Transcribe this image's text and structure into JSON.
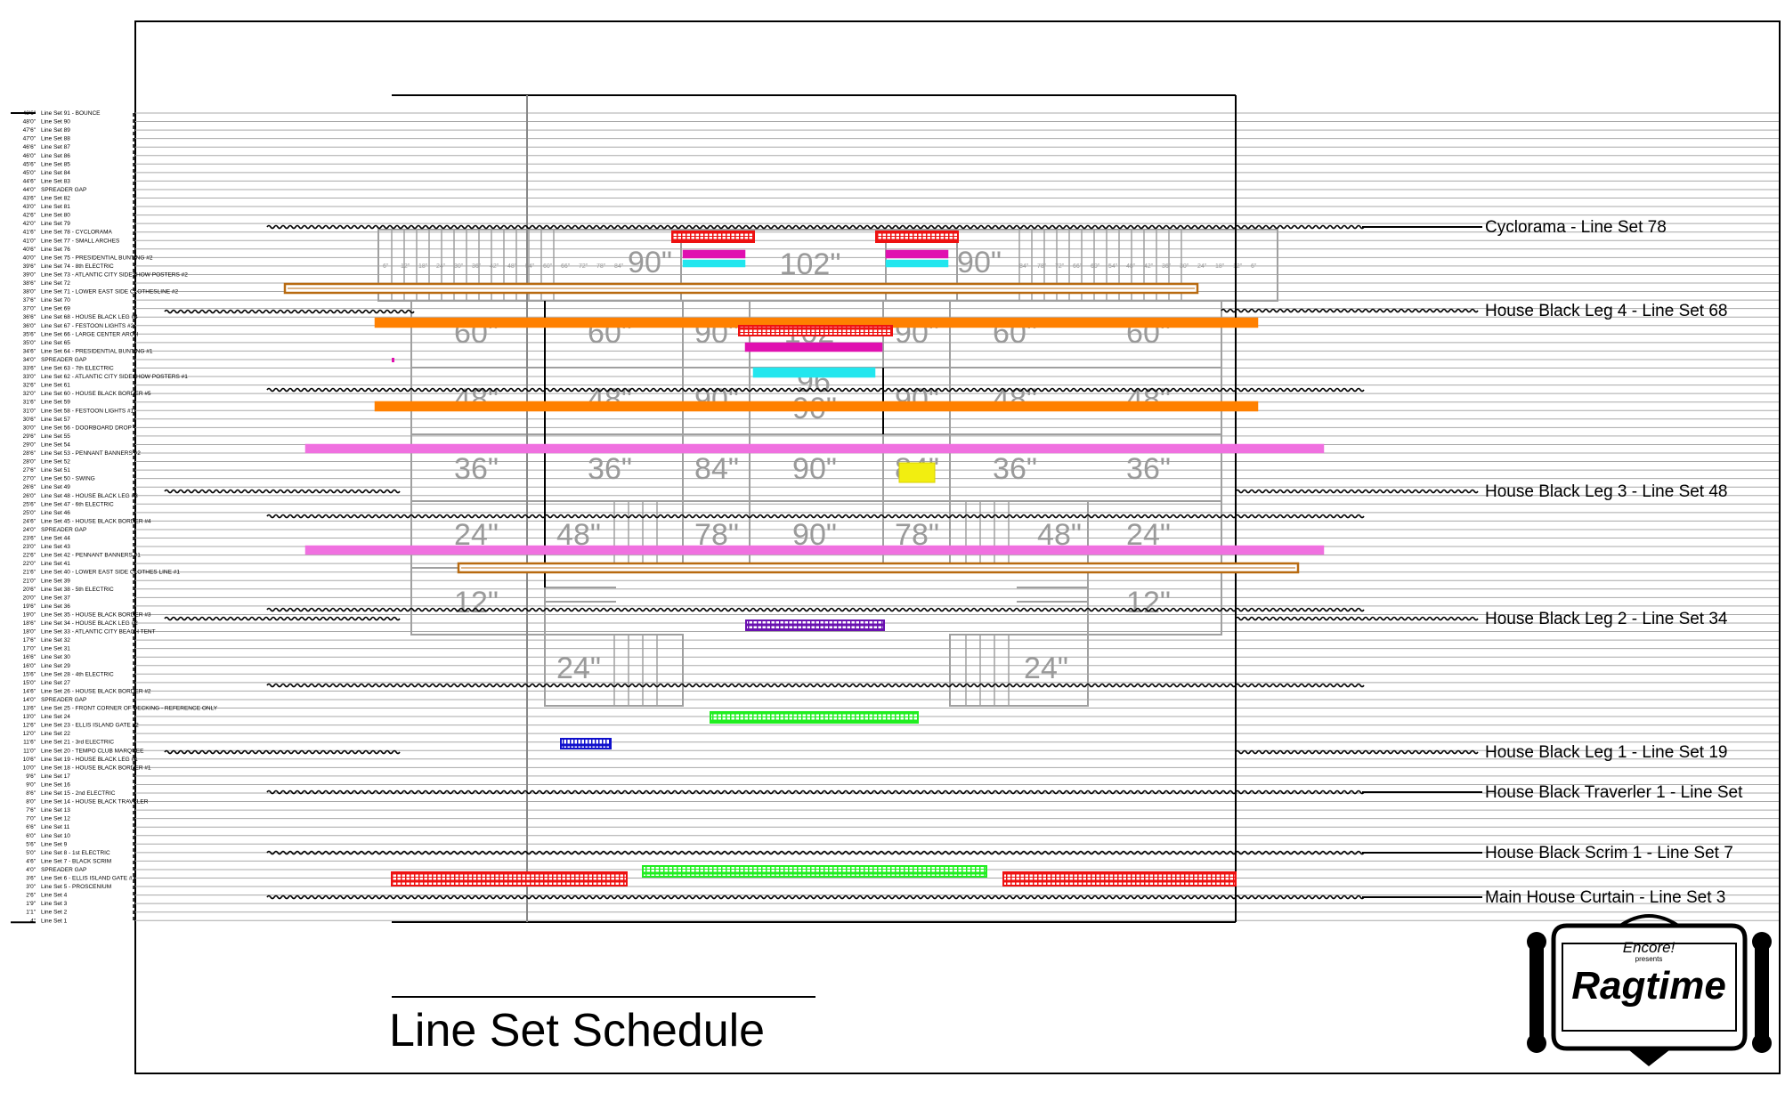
{
  "title": "Line Set Schedule",
  "logo": {
    "line1": "Encore!",
    "line2": "presents",
    "name": "Ragtime"
  },
  "colors": {
    "red": "#ee1111",
    "magenta": "#e010b0",
    "cyan": "#22e6ee",
    "orange": "#ff8000",
    "brown": "#b86a10",
    "pink": "#f070e0",
    "purple": "#6a10b0",
    "green": "#20ee20",
    "blue": "#1010cc",
    "yellow": "#f2ee10",
    "grid": "#a8a8a8",
    "platform": "#a0a0a0"
  },
  "line_sets": [
    {
      "h": "48'6\"",
      "label": "Line Set 91 - BOUNCE"
    },
    {
      "h": "48'0\"",
      "label": "Line Set 90"
    },
    {
      "h": "47'6\"",
      "label": "Line Set 89"
    },
    {
      "h": "47'0\"",
      "label": "Line Set 88"
    },
    {
      "h": "46'6\"",
      "label": "Line Set 87"
    },
    {
      "h": "46'0\"",
      "label": "Line Set 86"
    },
    {
      "h": "45'6\"",
      "label": "Line Set 85"
    },
    {
      "h": "45'0\"",
      "label": "Line Set 84"
    },
    {
      "h": "44'6\"",
      "label": "Line Set 83"
    },
    {
      "h": "44'0\"",
      "label": "SPREADER GAP"
    },
    {
      "h": "43'6\"",
      "label": "Line Set 82"
    },
    {
      "h": "43'0\"",
      "label": "Line Set 81"
    },
    {
      "h": "42'6\"",
      "label": "Line Set 80"
    },
    {
      "h": "42'0\"",
      "label": "Line Set 79"
    },
    {
      "h": "41'6\"",
      "label": "Line Set 78 - CYCLORAMA"
    },
    {
      "h": "41'0\"",
      "label": "Line Set 77 - SMALL ARCHES"
    },
    {
      "h": "40'6\"",
      "label": "Line Set 76"
    },
    {
      "h": "40'0\"",
      "label": "Line Set 75 - PRESIDENTIAL BUNTING #2"
    },
    {
      "h": "39'6\"",
      "label": "Line Set 74 - 8th ELECTRIC"
    },
    {
      "h": "39'0\"",
      "label": "Line Set 73 - ATLANTIC CITY SIDESHOW POSTERS #2"
    },
    {
      "h": "38'6\"",
      "label": "Line Set 72"
    },
    {
      "h": "38'0\"",
      "label": "Line Set 71 - LOWER EAST SIDE CLOTHESLINE #2"
    },
    {
      "h": "37'6\"",
      "label": "Line Set 70"
    },
    {
      "h": "37'0\"",
      "label": "Line Set 69"
    },
    {
      "h": "36'6\"",
      "label": "Line Set 68 - HOUSE BLACK LEG #4"
    },
    {
      "h": "36'0\"",
      "label": "Line Set 67 - FESTOON LIGHTS #2"
    },
    {
      "h": "35'6\"",
      "label": "Line Set 66 - LARGE CENTER ARCH"
    },
    {
      "h": "35'0\"",
      "label": "Line Set 65"
    },
    {
      "h": "34'6\"",
      "label": "Line Set 64 - PRESIDENTIAL BUNTING #1"
    },
    {
      "h": "34'0\"",
      "label": "SPREADER GAP"
    },
    {
      "h": "33'6\"",
      "label": "Line Set 63 - 7th ELECTRIC"
    },
    {
      "h": "33'0\"",
      "label": "Line Set 62 - ATLANTIC CITY SIDESHOW POSTERS #1"
    },
    {
      "h": "32'6\"",
      "label": "Line Set 61"
    },
    {
      "h": "32'0\"",
      "label": "Line Set 60 - HOUSE BLACK BORDER #5"
    },
    {
      "h": "31'6\"",
      "label": "Line Set 59"
    },
    {
      "h": "31'0\"",
      "label": "Line Set 58 - FESTOON LIGHTS #1"
    },
    {
      "h": "30'6\"",
      "label": "Line Set 57"
    },
    {
      "h": "30'0\"",
      "label": "Line Set 56 - DOORBOARD DROP"
    },
    {
      "h": "29'6\"",
      "label": "Line Set 55"
    },
    {
      "h": "29'0\"",
      "label": "Line Set 54"
    },
    {
      "h": "28'6\"",
      "label": "Line Set 53 - PENNANT BANNERS #2"
    },
    {
      "h": "28'0\"",
      "label": "Line Set 52"
    },
    {
      "h": "27'6\"",
      "label": "Line Set 51"
    },
    {
      "h": "27'0\"",
      "label": "Line Set 50 - SWING"
    },
    {
      "h": "26'6\"",
      "label": "Line Set 49"
    },
    {
      "h": "26'0\"",
      "label": "Line Set 48 - HOUSE BLACK LEG #3"
    },
    {
      "h": "25'6\"",
      "label": "Line Set 47 - 6th ELECTRIC"
    },
    {
      "h": "25'0\"",
      "label": "Line Set 46"
    },
    {
      "h": "24'6\"",
      "label": "Line Set 45 - HOUSE BLACK BORDER #4"
    },
    {
      "h": "24'0\"",
      "label": "SPREADER GAP"
    },
    {
      "h": "23'6\"",
      "label": "Line Set 44"
    },
    {
      "h": "23'0\"",
      "label": "Line Set 43"
    },
    {
      "h": "22'6\"",
      "label": "Line Set 42 - PENNANT BANNERS #1"
    },
    {
      "h": "22'0\"",
      "label": "Line Set 41"
    },
    {
      "h": "21'6\"",
      "label": "Line Set 40 - LOWER EAST SIDE CLOTHES LINE #1"
    },
    {
      "h": "21'0\"",
      "label": "Line Set 39"
    },
    {
      "h": "20'6\"",
      "label": "Line Set 38 - 5th ELECTRIC"
    },
    {
      "h": "20'0\"",
      "label": "Line Set 37"
    },
    {
      "h": "19'6\"",
      "label": "Line Set 36"
    },
    {
      "h": "19'0\"",
      "label": "Line Set 35 - HOUSE BLACK BORDER #3"
    },
    {
      "h": "18'6\"",
      "label": "Line Set 34 - HOUSE BLACK LEG #2"
    },
    {
      "h": "18'0\"",
      "label": "Line Set 33 - ATLANTIC CITY BEACH TENT"
    },
    {
      "h": "17'6\"",
      "label": "Line Set 32"
    },
    {
      "h": "17'0\"",
      "label": "Line Set 31"
    },
    {
      "h": "16'6\"",
      "label": "Line Set 30"
    },
    {
      "h": "16'0\"",
      "label": "Line Set 29"
    },
    {
      "h": "15'6\"",
      "label": "Line Set 28 - 4th ELECTRIC"
    },
    {
      "h": "15'0\"",
      "label": "Line Set 27"
    },
    {
      "h": "14'6\"",
      "label": "Line Set 26 - HOUSE BLACK BORDER #2"
    },
    {
      "h": "14'0\"",
      "label": "SPREADER GAP"
    },
    {
      "h": "13'6\"",
      "label": "Line Set 25 - FRONT CORNER OF DECKING - REFERENCE ONLY"
    },
    {
      "h": "13'0\"",
      "label": "Line Set 24"
    },
    {
      "h": "12'6\"",
      "label": "Line Set 23 - ELLIS ISLAND GATE #2"
    },
    {
      "h": "12'0\"",
      "label": "Line Set 22"
    },
    {
      "h": "11'6\"",
      "label": "Line Set 21 - 3rd ELECTRIC"
    },
    {
      "h": "11'0\"",
      "label": "Line Set 20 - TEMPO CLUB MARQUEE"
    },
    {
      "h": "10'6\"",
      "label": "Line Set 19 - HOUSE BLACK LEG #1"
    },
    {
      "h": "10'0\"",
      "label": "Line Set 18 - HOUSE BLACK BORDER #1"
    },
    {
      "h": "9'6\"",
      "label": "Line Set 17"
    },
    {
      "h": "9'0\"",
      "label": "Line Set 16"
    },
    {
      "h": "8'6\"",
      "label": "Line Set 15 - 2nd ELECTRIC"
    },
    {
      "h": "8'0\"",
      "label": "Line Set 14 - HOUSE BLACK TRAVELER"
    },
    {
      "h": "7'6\"",
      "label": "Line Set 13"
    },
    {
      "h": "7'0\"",
      "label": "Line Set 12"
    },
    {
      "h": "6'6\"",
      "label": "Line Set 11"
    },
    {
      "h": "6'0\"",
      "label": "Line Set 10"
    },
    {
      "h": "5'6\"",
      "label": "Line Set 9"
    },
    {
      "h": "5'0\"",
      "label": "Line Set 8 - 1st ELECTRIC"
    },
    {
      "h": "4'6\"",
      "label": "Line Set 7 - BLACK SCRIM"
    },
    {
      "h": "4'0\"",
      "label": "SPREADER GAP"
    },
    {
      "h": "3'6\"",
      "label": "Line Set 6 - ELLIS ISLAND GATE #1"
    },
    {
      "h": "3'0\"",
      "label": "Line Set 5 - PROSCENIUM"
    },
    {
      "h": "2'6\"",
      "label": "Line Set 4"
    },
    {
      "h": "1'9\"",
      "label": "Line Set 3"
    },
    {
      "h": "1'1\"",
      "label": "Line Set 2"
    },
    {
      "h": "4\"",
      "label": "Line Set 1"
    }
  ],
  "callouts": [
    {
      "id": "cyc",
      "label": "Cyclorama - Line Set 78"
    },
    {
      "id": "leg4",
      "label": "House Black Leg 4 - Line Set 68"
    },
    {
      "id": "leg3",
      "label": "House Black Leg 3 - Line Set 48"
    },
    {
      "id": "leg2",
      "label": "House Black Leg 2 - Line Set 34"
    },
    {
      "id": "leg1",
      "label": "House Black Leg 1 - Line Set 19"
    },
    {
      "id": "trav",
      "label": "House Black Traverler 1 - Line Set"
    },
    {
      "id": "scrim",
      "label": "House Black Scrim 1 - Line Set 7"
    },
    {
      "id": "main",
      "label": "Main House Curtain - Line Set 3"
    }
  ],
  "platform_heights": [
    {
      "t": "90\""
    },
    {
      "t": "102\""
    },
    {
      "t": "90\""
    },
    {
      "t": "60\""
    },
    {
      "t": "60\""
    },
    {
      "t": "90\""
    },
    {
      "t": "102\""
    },
    {
      "t": "90\""
    },
    {
      "t": "60\""
    },
    {
      "t": "60\""
    },
    {
      "t": "96\""
    },
    {
      "t": "48\""
    },
    {
      "t": "48\""
    },
    {
      "t": "90\""
    },
    {
      "t": "90\""
    },
    {
      "t": "90\""
    },
    {
      "t": "48\""
    },
    {
      "t": "48\""
    },
    {
      "t": "36\""
    },
    {
      "t": "36\""
    },
    {
      "t": "84\""
    },
    {
      "t": "90\""
    },
    {
      "t": "84\""
    },
    {
      "t": "36\""
    },
    {
      "t": "36\""
    },
    {
      "t": "24\""
    },
    {
      "t": "48\""
    },
    {
      "t": "78\""
    },
    {
      "t": "90\""
    },
    {
      "t": "78\""
    },
    {
      "t": "48\""
    },
    {
      "t": "24\""
    },
    {
      "t": "12\""
    },
    {
      "t": "12\""
    },
    {
      "t": "24\""
    },
    {
      "t": "24\""
    }
  ],
  "stair_heights_left": [
    "6\"",
    "12\"",
    "18\"",
    "24\"",
    "30\"",
    "36\"",
    "42\"",
    "48\"",
    "54\"",
    "60\"",
    "66\"",
    "72\"",
    "78\"",
    "84\""
  ],
  "stair_heights_right": [
    "84\"",
    "78\"",
    "72\"",
    "66\"",
    "60\"",
    "54\"",
    "48\"",
    "42\"",
    "36\"",
    "30\"",
    "24\"",
    "18\"",
    "12\"",
    "6\""
  ]
}
